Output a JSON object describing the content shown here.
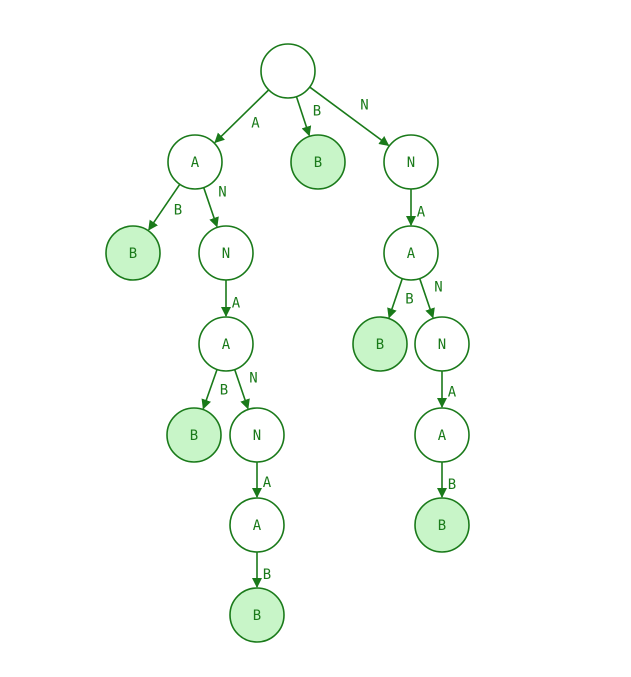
{
  "colors": {
    "stroke": "#1a7a1a",
    "leaf_fill": "#c8f5c8",
    "node_fill": "#ffffff",
    "text": "#1a7a1a"
  },
  "diagram": {
    "nodes": [
      {
        "id": "root",
        "label": "",
        "leaf": false
      },
      {
        "id": "n1",
        "label": "A",
        "leaf": false
      },
      {
        "id": "n2",
        "label": "B",
        "leaf": true
      },
      {
        "id": "n3",
        "label": "N",
        "leaf": false
      },
      {
        "id": "n4",
        "label": "B",
        "leaf": true
      },
      {
        "id": "n5",
        "label": "N",
        "leaf": false
      },
      {
        "id": "n6",
        "label": "A",
        "leaf": false
      },
      {
        "id": "n7",
        "label": "B",
        "leaf": true
      },
      {
        "id": "n8",
        "label": "N",
        "leaf": false
      },
      {
        "id": "n9",
        "label": "A",
        "leaf": false
      },
      {
        "id": "n10",
        "label": "B",
        "leaf": true
      },
      {
        "id": "n11",
        "label": "A",
        "leaf": false
      },
      {
        "id": "n12",
        "label": "B",
        "leaf": true
      },
      {
        "id": "n13",
        "label": "N",
        "leaf": false
      },
      {
        "id": "n14",
        "label": "A",
        "leaf": false
      },
      {
        "id": "n15",
        "label": "B",
        "leaf": true
      }
    ],
    "edges": [
      {
        "from": "root",
        "to": "n1",
        "label": "A"
      },
      {
        "from": "root",
        "to": "n2",
        "label": "B"
      },
      {
        "from": "root",
        "to": "n3",
        "label": "N"
      },
      {
        "from": "n1",
        "to": "n4",
        "label": "B"
      },
      {
        "from": "n1",
        "to": "n5",
        "label": "N"
      },
      {
        "from": "n5",
        "to": "n6",
        "label": "A"
      },
      {
        "from": "n6",
        "to": "n7",
        "label": "B"
      },
      {
        "from": "n6",
        "to": "n8",
        "label": "N"
      },
      {
        "from": "n8",
        "to": "n9",
        "label": "A"
      },
      {
        "from": "n9",
        "to": "n10",
        "label": "B"
      },
      {
        "from": "n3",
        "to": "n11",
        "label": "A"
      },
      {
        "from": "n11",
        "to": "n12",
        "label": "B"
      },
      {
        "from": "n11",
        "to": "n13",
        "label": "N"
      },
      {
        "from": "n13",
        "to": "n14",
        "label": "A"
      },
      {
        "from": "n14",
        "to": "n15",
        "label": "B"
      }
    ]
  }
}
